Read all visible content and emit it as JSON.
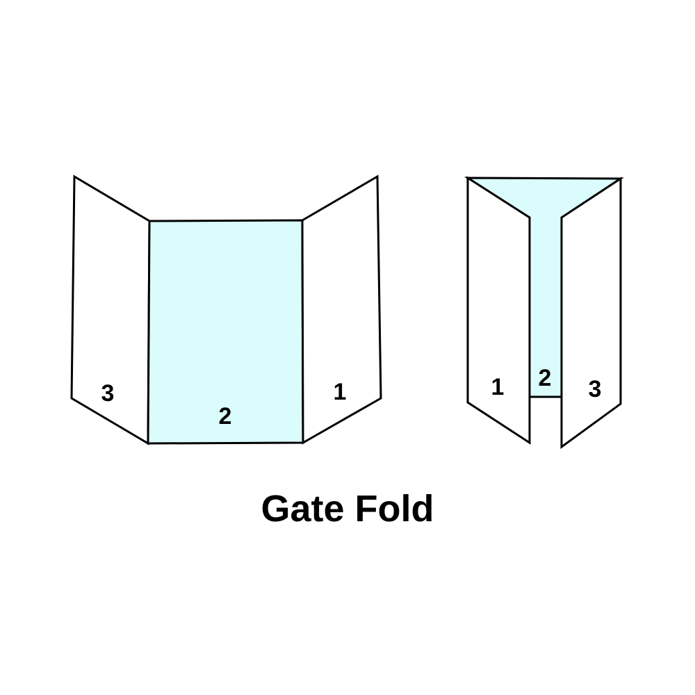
{
  "title": "Gate Fold",
  "colors": {
    "background": "#FFFFFF",
    "panel_fill": "#DBFCFC",
    "outline": "#000000"
  },
  "open_view": {
    "description": "open gate fold, three panels spread",
    "left_panel_label": "3",
    "center_panel_label": "2",
    "right_panel_label": "1"
  },
  "folded_view": {
    "description": "gate fold with side panels folding inward over center panel",
    "left_panel_label": "1",
    "center_panel_label": "2",
    "right_panel_label": "3"
  }
}
